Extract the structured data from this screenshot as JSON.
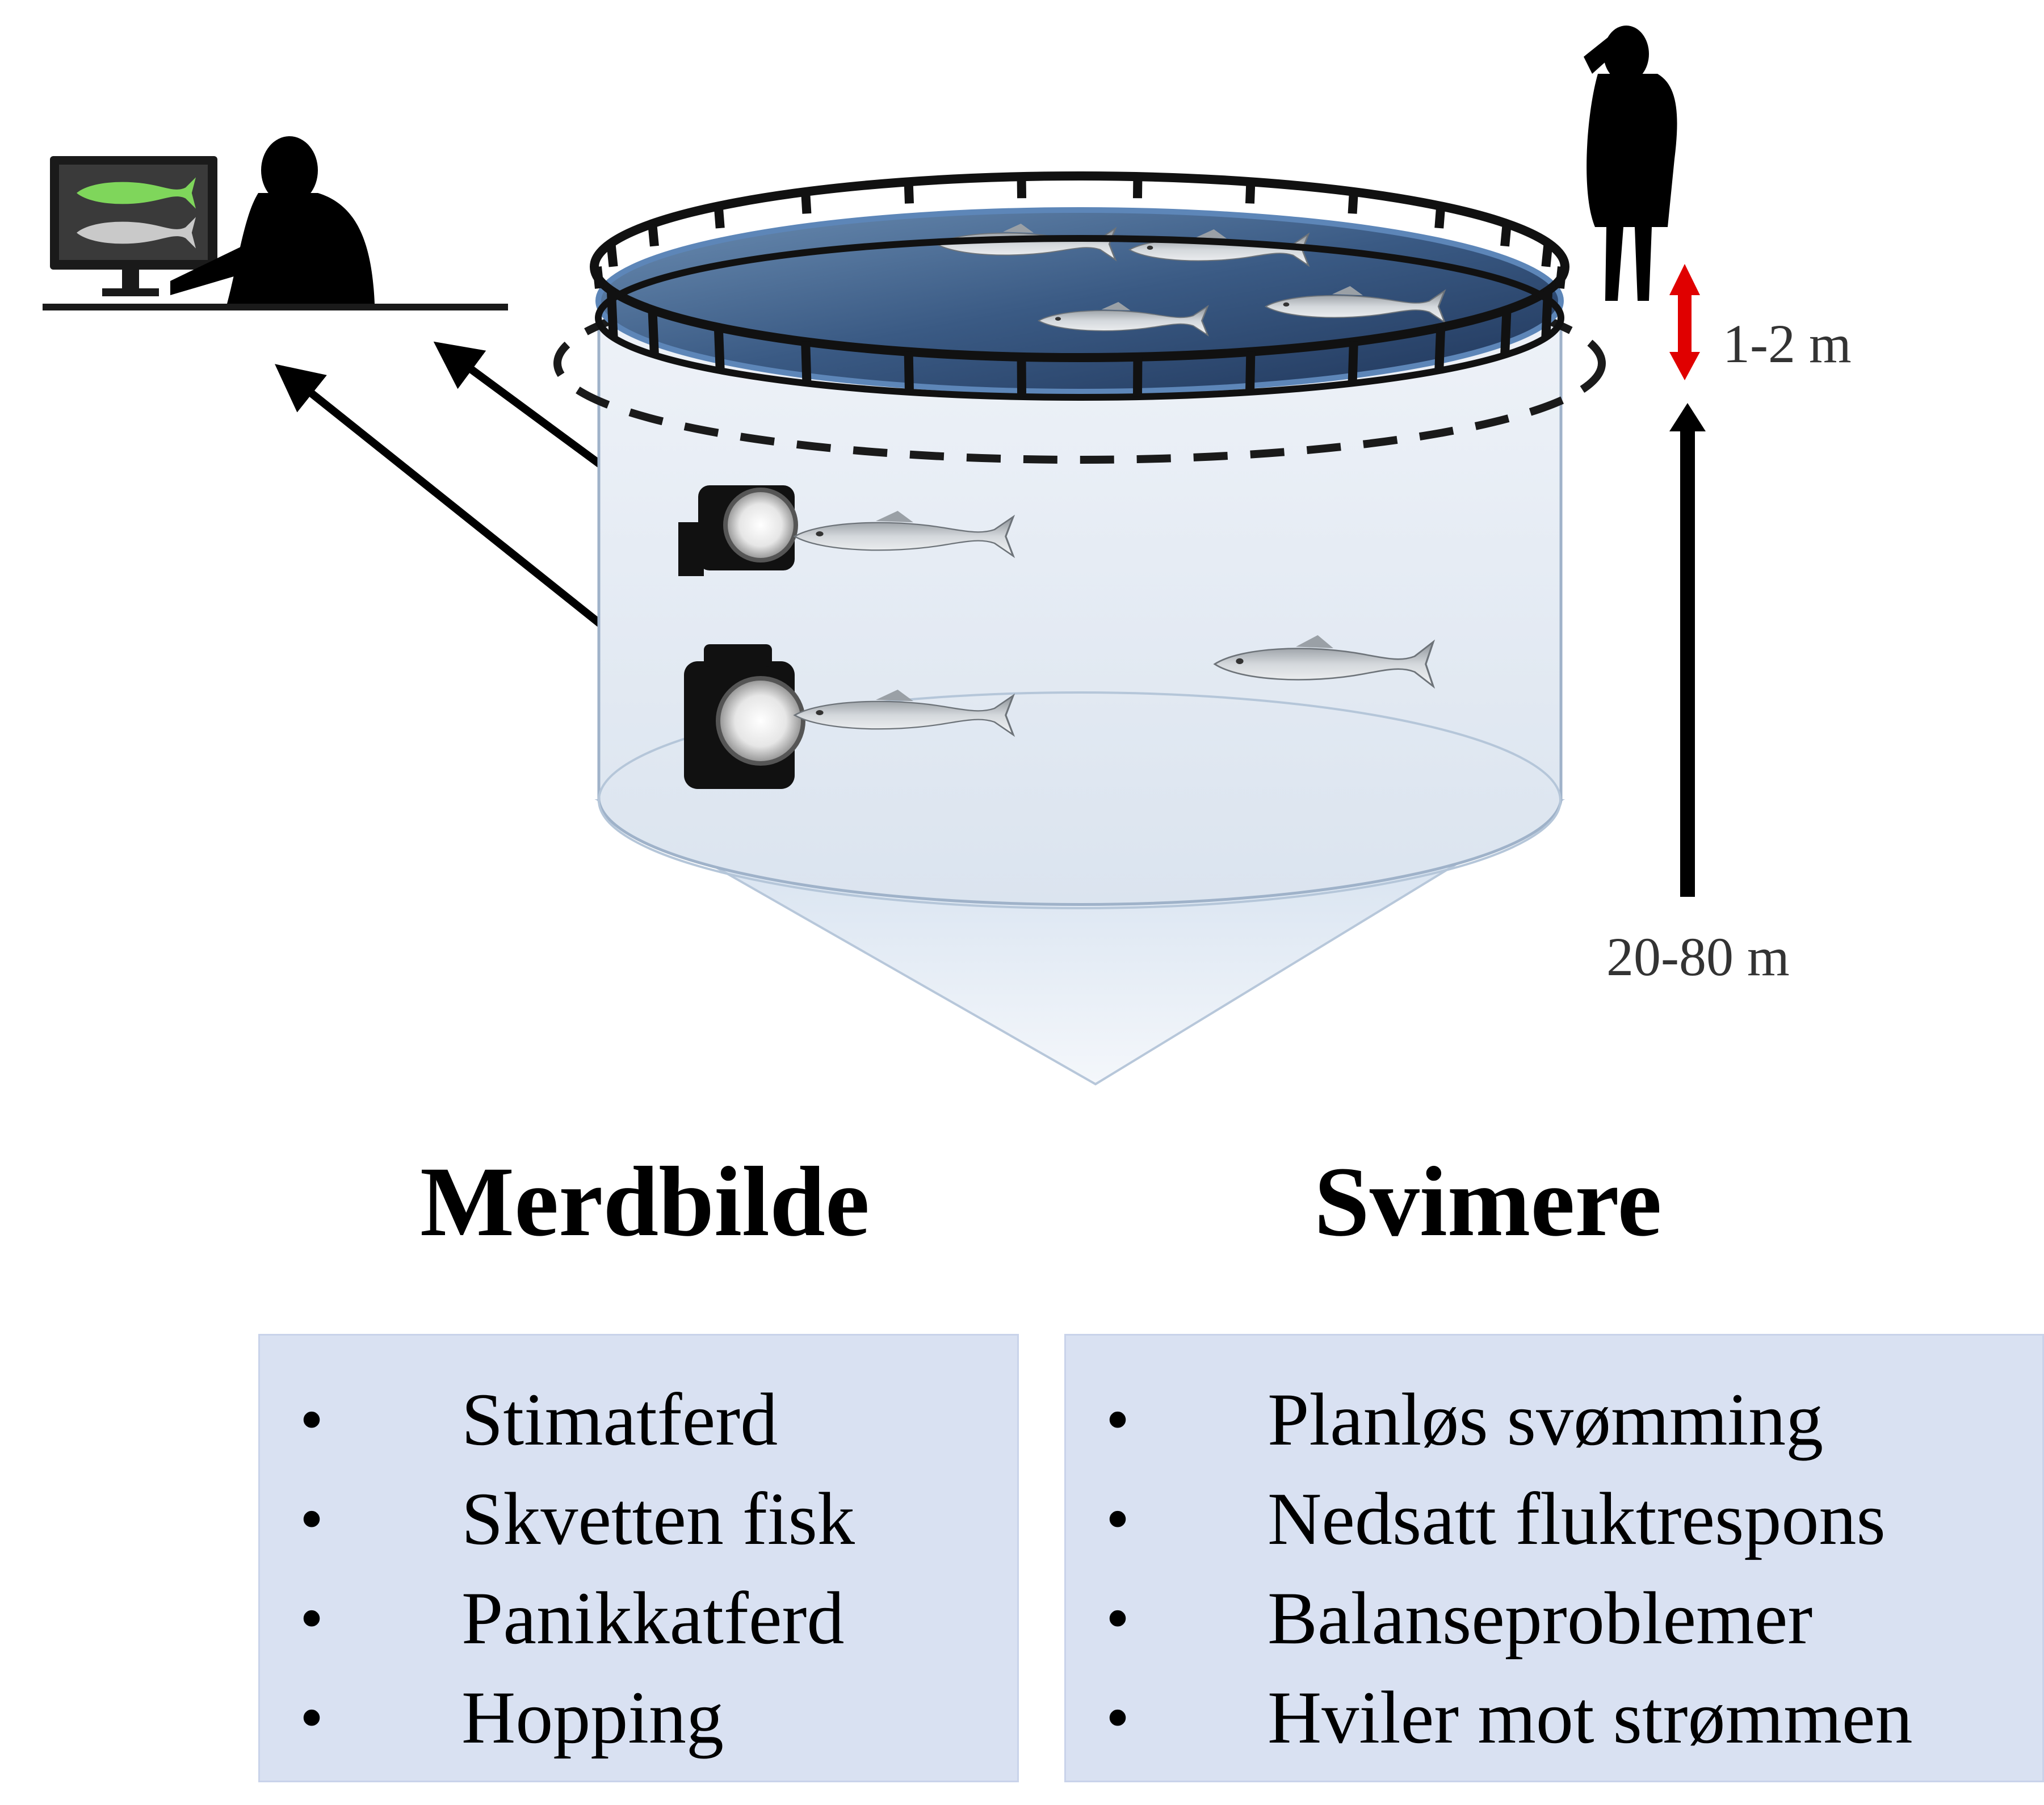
{
  "depth_labels": {
    "surface_gap": "1-2 m",
    "cage_depth": "20-80 m"
  },
  "merdbilde": {
    "title": "Merdbilde",
    "items": [
      "Stimatferd",
      "Skvetten fisk",
      "Panikkatferd",
      "Hopping"
    ]
  },
  "svimere": {
    "title": "Svimere",
    "items": [
      "Planløs svømming",
      "Nedsatt fluktrespons",
      "Balanseproblemer",
      "Hviler mot strømmen"
    ]
  },
  "colors": {
    "box_fill": "#d9e1f2",
    "red_arrow": "#e00000",
    "net": "#a7b8cf",
    "water": "#2f4f78"
  }
}
